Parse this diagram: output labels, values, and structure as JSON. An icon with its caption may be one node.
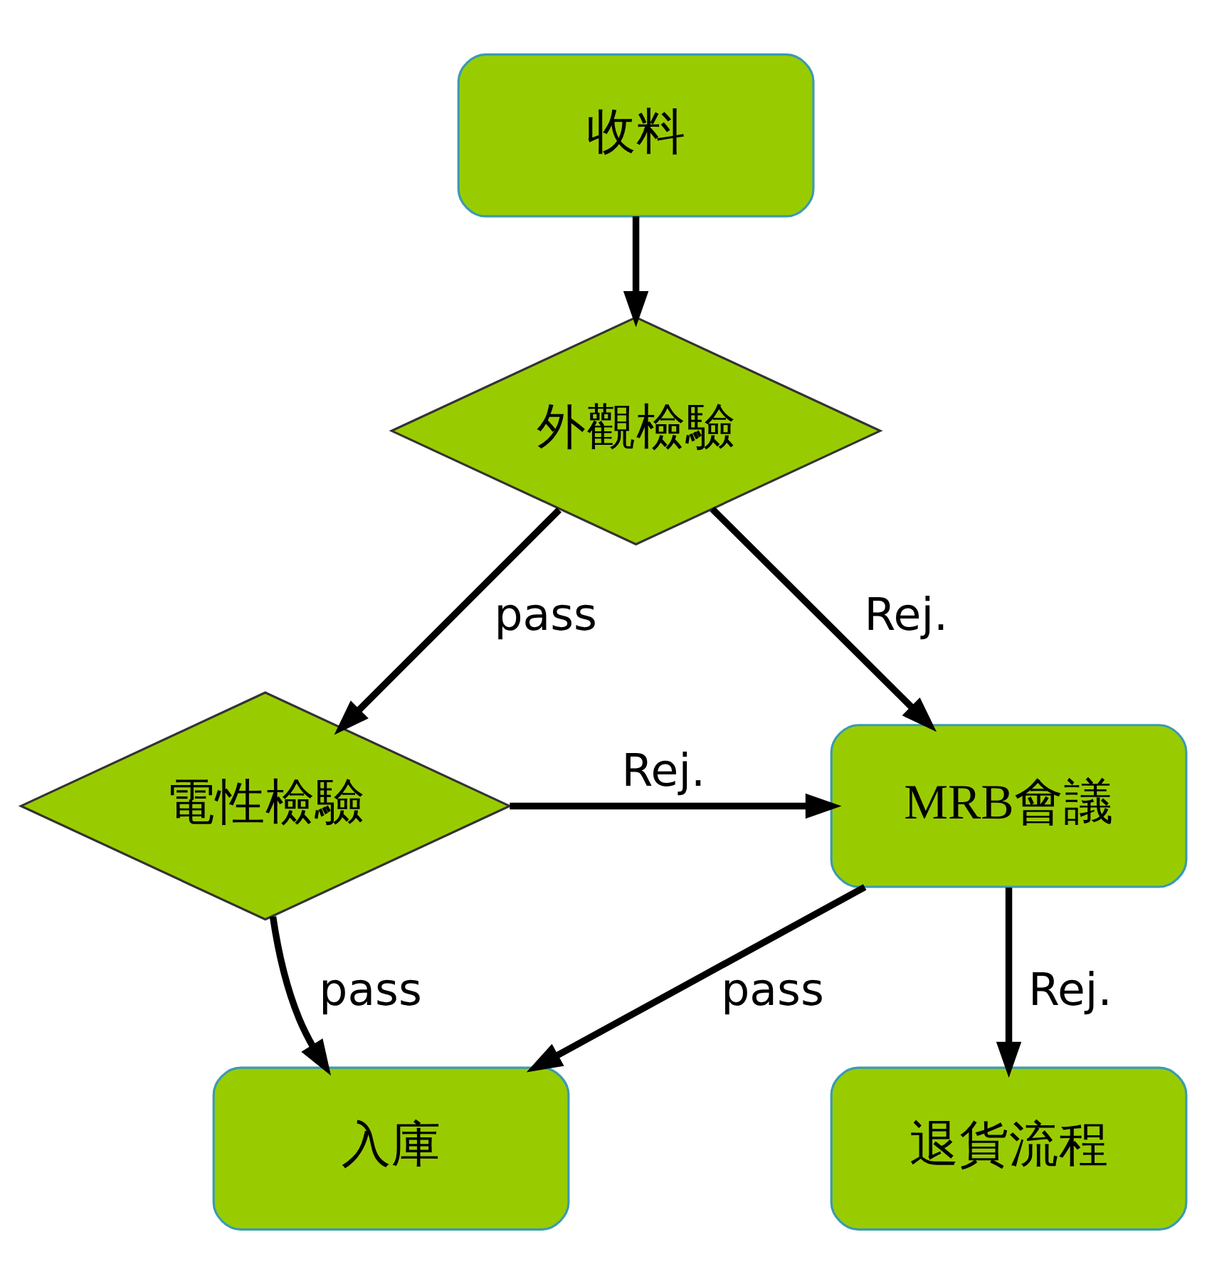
{
  "diagram": {
    "nodes": [
      {
        "text": [
          "收料"
        ]
      },
      {
        "text": [
          "外觀檢驗"
        ]
      },
      {
        "text": [
          "電性檢驗"
        ]
      },
      {
        "text": [
          "MRB會議"
        ]
      },
      {
        "text": [
          "退貨流程"
        ]
      },
      {
        "text": [
          "入庫"
        ]
      }
    ],
    "edges": [
      {
        "from": 0,
        "to": 1,
        "arrow": "to"
      },
      {
        "from": 1,
        "to": 3,
        "arrow": "to",
        "label": "Rej."
      },
      {
        "from": 1,
        "to": 2,
        "arrow": "to",
        "label": "pass"
      },
      {
        "from": 2,
        "to": 3,
        "arrow": "to",
        "label": "Rej."
      },
      {
        "from": 2,
        "to": 5,
        "arrow": "to",
        "label": "pass"
      },
      {
        "from": 3,
        "to": 5,
        "arrow": "to",
        "label": "pass"
      },
      {
        "from": 3,
        "to": 4,
        "arrow": "to",
        "label": "Rej."
      }
    ]
  }
}
